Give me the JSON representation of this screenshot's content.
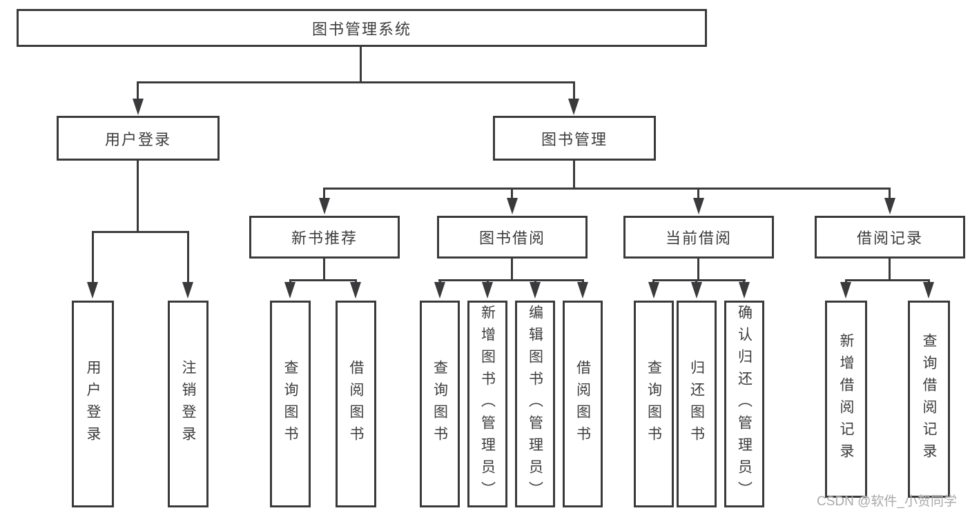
{
  "tree": {
    "root": "图书管理系统",
    "children": [
      {
        "label": "用户登录",
        "children": [
          "用户登录",
          "注销登录"
        ]
      },
      {
        "label": "图书管理",
        "children": [
          {
            "label": "新书推荐",
            "children": [
              "查询图书",
              "借阅图书"
            ]
          },
          {
            "label": "图书借阅",
            "children": [
              "查询图书",
              "新增图书（管理员）",
              "编辑图书（管理员）",
              "借阅图书"
            ]
          },
          {
            "label": "当前借阅",
            "children": [
              "查询图书",
              "归还图书",
              "确认归还（管理员）"
            ]
          },
          {
            "label": "借阅记录",
            "children": [
              "新增借阅记录",
              "查询借阅记录"
            ]
          }
        ]
      }
    ]
  },
  "watermark": "CSDN @软件_小贺同学",
  "colors": {
    "line": "#3a3a3c",
    "text": "#3c3c3e",
    "background": "#ffffff",
    "watermark": "#a9a9a9"
  }
}
